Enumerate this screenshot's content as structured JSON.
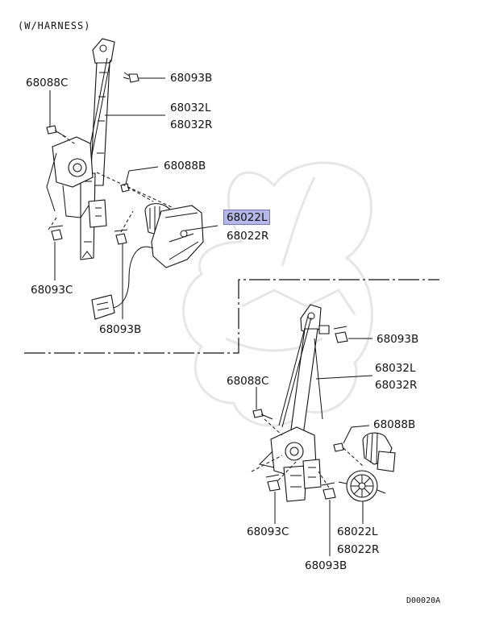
{
  "header": {
    "title": "(W/HARNESS)"
  },
  "labels": {
    "upper": {
      "bolt_c": "68088C",
      "bolt_b_top": "68093B",
      "regulator_l": "68032L",
      "regulator_r": "68032R",
      "bolt_b_mid": "68088B",
      "motor_l": "68022L",
      "motor_r": "68022R",
      "bolt_c_low": "68093C",
      "bolt_b_low": "68093B"
    },
    "lower": {
      "bolt_b_top": "68093B",
      "regulator_l": "68032L",
      "regulator_r": "68032R",
      "bolt_c": "68088C",
      "bolt_b_mid": "68088B",
      "bolt_c_low": "68093C",
      "motor_l": "68022L",
      "motor_r": "68022R",
      "bolt_b_low": "68093B"
    }
  },
  "highlight": {
    "color": "#b7b7ea"
  },
  "footer": {
    "ref_code": "D00020A"
  }
}
